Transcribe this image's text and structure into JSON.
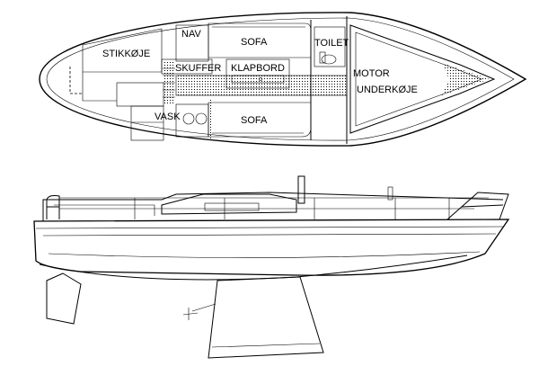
{
  "plan_labels": {
    "stikkoje": "STIKKØJE",
    "nav": "NAV",
    "sofa_top": "SOFA",
    "toilet": "TOILET",
    "skuffer": "SKUFFER",
    "klapbord": "KLAPBORD",
    "motor": "MOTOR",
    "underkoje": "UNDERKØJE",
    "vask": "VASK",
    "sofa_bottom": "SOFA"
  },
  "colors": {
    "ink": "#000000",
    "paper": "#ffffff"
  }
}
